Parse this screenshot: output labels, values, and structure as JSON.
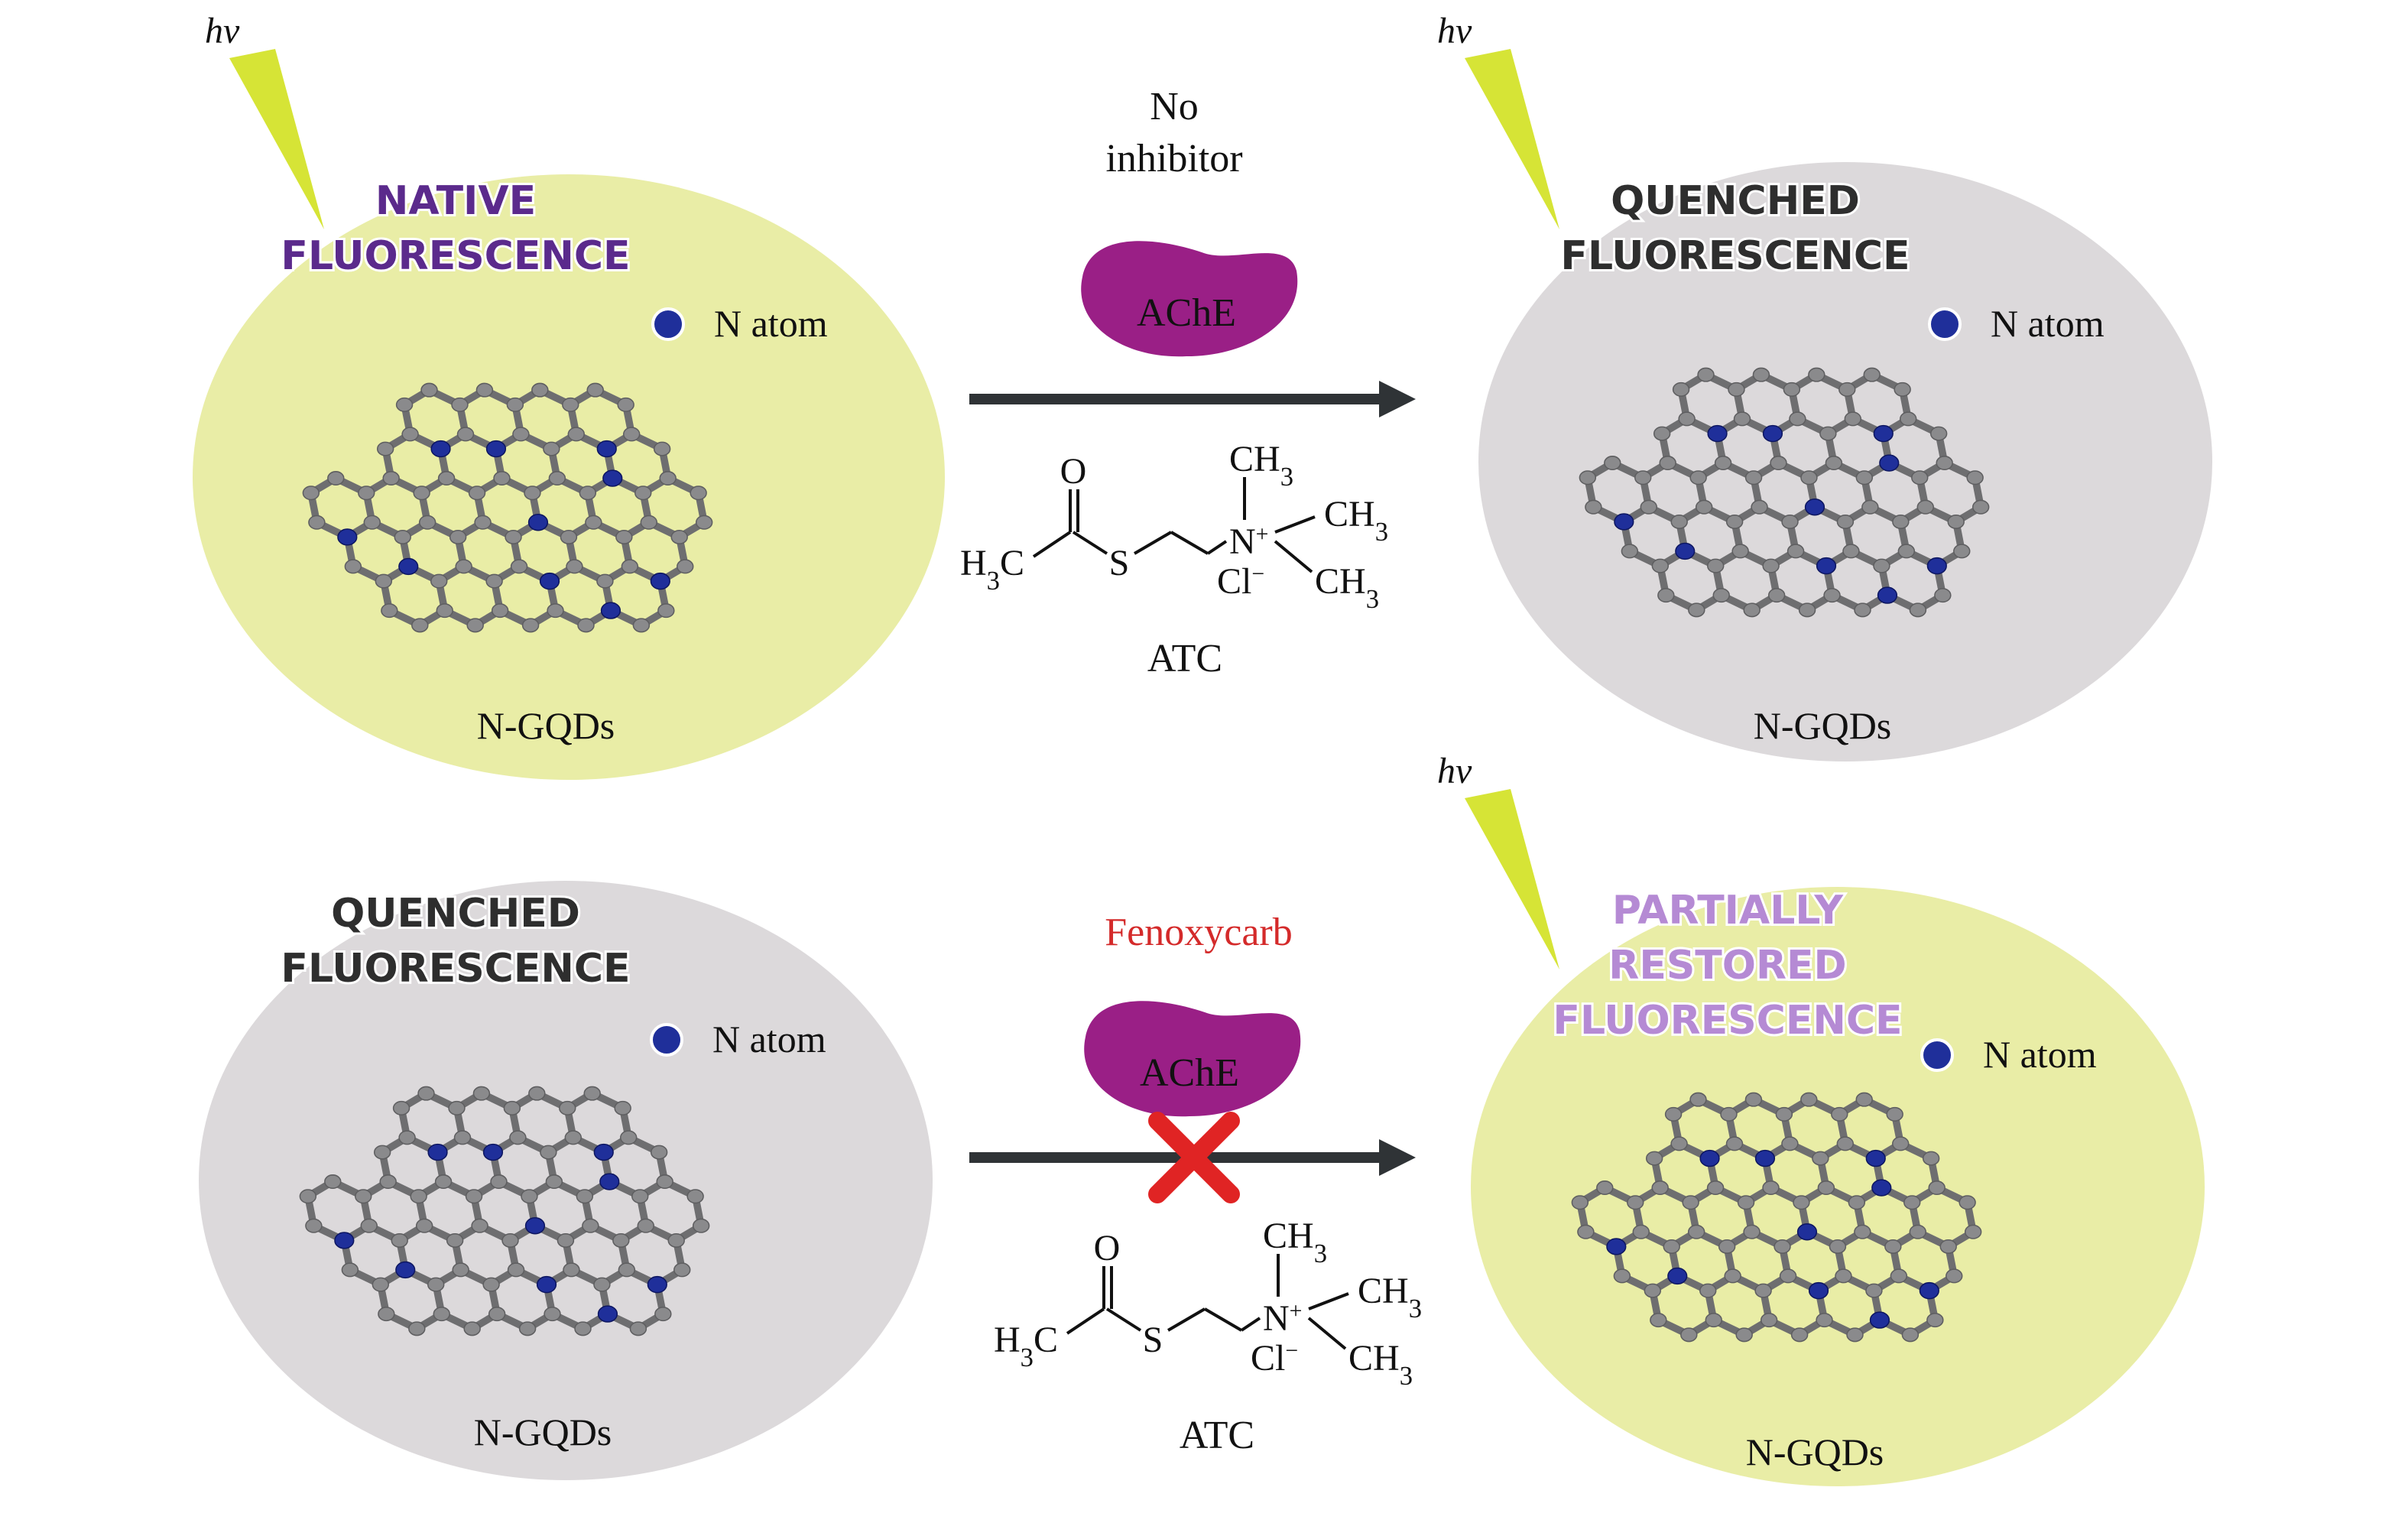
{
  "panels": {
    "top_left": {
      "hv": "hv",
      "title": [
        "NATIVE",
        "FLUORESCENCE"
      ],
      "title_color": "#5b2a8c",
      "bg_color": "#e9eda6",
      "legend": "N atom",
      "label": "N-GQDs",
      "beam": true
    },
    "top_right": {
      "hv": "hv",
      "title": [
        "QUENCHED",
        "FLUORESCENCE"
      ],
      "title_color": "#2e2e2e",
      "bg_color": "#dcd9db",
      "legend": "N atom",
      "label": "N-GQDs",
      "beam": true
    },
    "bottom_left": {
      "title": [
        "QUENCHED",
        "FLUORESCENCE"
      ],
      "title_color": "#2e2e2e",
      "bg_color": "#dcd9db",
      "legend": "N atom",
      "label": "N-GQDs",
      "beam": false
    },
    "bottom_right": {
      "hv": "hv",
      "title": [
        "PARTIALLY",
        "RESTORED",
        "FLUORESCENCE"
      ],
      "title_color": "#b58ad4",
      "bg_color": "#e9eda6",
      "legend": "N atom",
      "label": "N-GQDs",
      "beam": true
    }
  },
  "top_reaction": {
    "condition": [
      "No",
      "inhibitor"
    ],
    "enzyme": "AChE",
    "substrate_label": "ATC",
    "blocked": false
  },
  "bottom_reaction": {
    "condition": [
      "Fenoxycarb"
    ],
    "condition_color": "#d42a2a",
    "enzyme": "AChE",
    "substrate_label": "ATC",
    "blocked": true
  },
  "molecule": {
    "carbonyl_o": "O",
    "acetyl": "H3C",
    "sulfur": "S",
    "nitrogen": "N+",
    "methyl": "CH3",
    "counterion": "Cl−"
  },
  "colors": {
    "enzyme": "#9a1f86",
    "arrow": "#2f3336",
    "beam": "#d6e436",
    "n_atom": "#1f2f9a",
    "c_atom": "#8a8a8c",
    "bond": "#6e6e70",
    "block_x": "#e02424"
  }
}
